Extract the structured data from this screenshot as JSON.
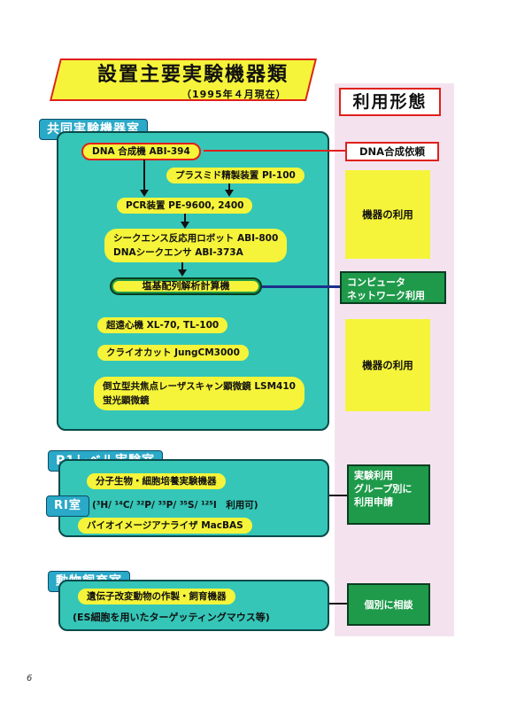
{
  "header": {
    "title": "設置主要実験機器類",
    "date": "（1995年４月現在）"
  },
  "usage": {
    "heading": "利用形態",
    "dna_request": "DNA合成依頼",
    "equipment_use_1": "機器の利用",
    "computer_network_line1": "コンピュータ",
    "computer_network_line2": "ネットワーク利用",
    "equipment_use_2": "機器の利用",
    "group_request_line1": "実験利用",
    "group_request_line2": "グループ別に",
    "group_request_line3": "利用申請",
    "individual": "個別に相談"
  },
  "shared_lab": {
    "label": "共同実験機器室",
    "dna_synth": "DNA 合成機 ABI-394",
    "plasmid": "プラスミド精製装置 PI-100",
    "pcr": "PCR装置 PE-9600, 2400",
    "robot_line1": "シークエンス反応用ロボット ABI-800",
    "robot_line2": "DNAシークエンサ ABI-373A",
    "computer": "塩基配列解析計算機",
    "centrifuge": "超遠心機 XL-70, TL-100",
    "cryocut": "クライオカット JungCM3000",
    "microscope_line1": "倒立型共焦点レーザスキャン顕微鏡 LSM410",
    "microscope_line2": "蛍光顕微鏡"
  },
  "p1_lab": {
    "label": "P1レベル実験室",
    "molbio": "分子生物・細胞培養実験機器",
    "ri_label": "RI室",
    "ri_isotopes": "(³H/ ¹⁴C/ ³²P/ ³³P/ ³⁵S/ ¹²⁵I　利用可)",
    "bioimager": "バイオイメージアナライザ MacBAS"
  },
  "animal_lab": {
    "label": "動物飼育室",
    "transgenic": "遺伝子改変動物の作製・飼育機器",
    "es_cells": "(ES細胞を用いたターゲッティングマウス等)"
  },
  "page_number": "6",
  "colors": {
    "yellow": "#f5f43a",
    "teal": "#35c6b8",
    "red": "#e0201c",
    "green": "#1e9a4a",
    "pink": "#f4e3ef"
  }
}
